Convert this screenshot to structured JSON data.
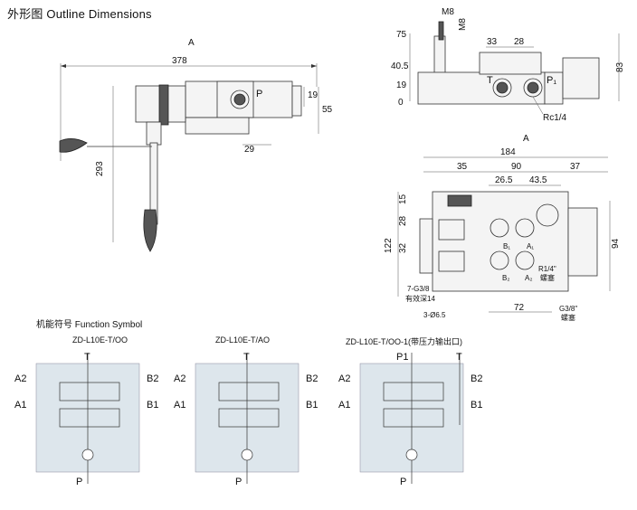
{
  "title": "外形图   Outline Dimensions",
  "function_symbol_title": "机能符号    Function Symbol",
  "side_view": {
    "dims": {
      "A": "A",
      "d378": "378",
      "d293": "293",
      "d19": "19",
      "d55": "55",
      "d29": "29"
    },
    "port_p": "P"
  },
  "end_view": {
    "dims": {
      "m8a": "M8",
      "m8b": "M8",
      "d75": "75",
      "d40_5": "40.5",
      "d19": "19",
      "d0": "0",
      "d33": "33",
      "d28": "28",
      "d83": "83"
    },
    "ports": {
      "t": "T",
      "p1": "P₁"
    },
    "thread": "Rc1/4"
  },
  "top_view": {
    "section_label": "A",
    "dims": {
      "d184": "184",
      "d35": "35",
      "d90": "90",
      "d37": "37",
      "d26_5": "26.5",
      "d43_5": "43.5",
      "d15": "15",
      "d28": "28",
      "d32": "32",
      "d122": "122",
      "d94": "94",
      "d72": "72"
    },
    "ports": {
      "b1": "B₁",
      "a1": "A₁",
      "b2": "B₂",
      "a2": "A₂"
    },
    "notes": {
      "r14": "R1/4\"",
      "plug1": "螺塞",
      "g38": "G3/8\"",
      "plug2": "螺塞"
    },
    "holes": {
      "thread": "7-G3/8",
      "depth": "有效深14",
      "mount": "3-Ø6.5"
    }
  },
  "symbols": [
    {
      "name": "ZD-L10E-T/OO",
      "ports": {
        "t": "T",
        "p": "P",
        "a2": "A2",
        "b2": "B2",
        "a1": "A1",
        "b1": "B1"
      }
    },
    {
      "name": "ZD-L10E-T/AO",
      "ports": {
        "t": "T",
        "p": "P",
        "a2": "A2",
        "b2": "B2",
        "a1": "A1",
        "b1": "B1"
      }
    },
    {
      "name": "ZD-L10E-T/OO-1(带压力输出口)",
      "ports": {
        "p1": "P1",
        "t": "T",
        "p": "P",
        "a2": "A2",
        "b2": "B2",
        "a1": "A1",
        "b1": "B1"
      }
    }
  ]
}
